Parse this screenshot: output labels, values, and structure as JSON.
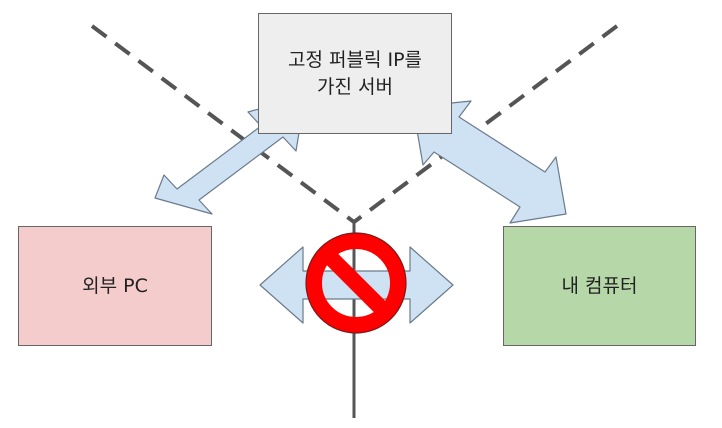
{
  "nodes": {
    "server": {
      "label": "고정 퍼블릭 IP를\n가진 서버",
      "color": "#eeeeee"
    },
    "external_pc": {
      "label": "외부 PC",
      "color": "#f4cccc"
    },
    "my_computer": {
      "label": "내 컴퓨터",
      "color": "#b6d7a8"
    }
  },
  "colors": {
    "arrow_fill": "#cfe2f3",
    "arrow_stroke": "#6b7b8c",
    "dashed_line": "#555555",
    "prohibition": "#ff0000"
  },
  "icons": {
    "prohibition": "prohibition-icon"
  }
}
